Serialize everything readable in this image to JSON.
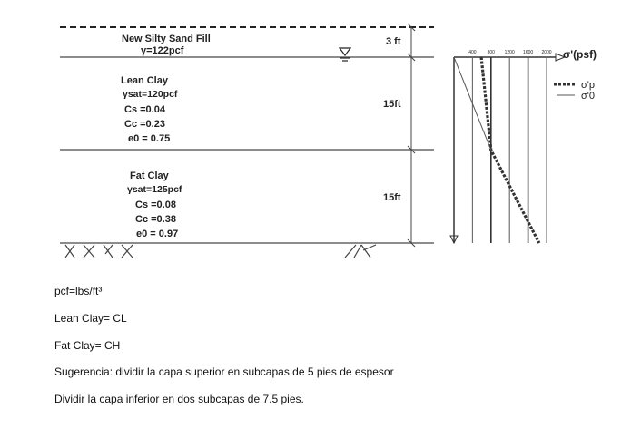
{
  "profile": {
    "fill": {
      "name": "New Silty Sand Fill",
      "unit_weight": "γ=122pcf",
      "thickness": "3 ft"
    },
    "lean_clay": {
      "name": "Lean Clay",
      "unit_weight": "γsat=120pcf",
      "cs": "Cs =0.04",
      "cc": "Cc =0.23",
      "e0": "e0 = 0.75",
      "thickness": "15ft"
    },
    "fat_clay": {
      "name": "Fat Clay",
      "unit_weight": "γsat=125pcf",
      "cs": "Cs =0.08",
      "cc": "Cc =0.38",
      "e0": "e0 = 0.97",
      "thickness": "15ft"
    }
  },
  "chart_data": {
    "type": "line",
    "xlabel": "σ'(psf)",
    "x_ticks": [
      400,
      800,
      1200,
      1600,
      2000
    ],
    "xlim": [
      0,
      2000
    ],
    "grid": true,
    "legend_placement": "right",
    "series": [
      {
        "name": "σ'p",
        "style": "dotted",
        "points": [
          [
            590,
            0
          ],
          [
            800,
            15
          ],
          [
            1840,
            30
          ]
        ]
      },
      {
        "name": "σ'0",
        "style": "solid",
        "points": [
          [
            0,
            0
          ],
          [
            800,
            15
          ]
        ]
      }
    ]
  },
  "notes": [
    "pcf=lbs/ft³",
    "Lean Clay= CL",
    "Fat Clay= CH",
    "Sugerencia: dividir la capa superior en subcapas de 5 pies de espesor",
    "Dividir la capa inferior en dos subcapas de 7.5 pies."
  ]
}
